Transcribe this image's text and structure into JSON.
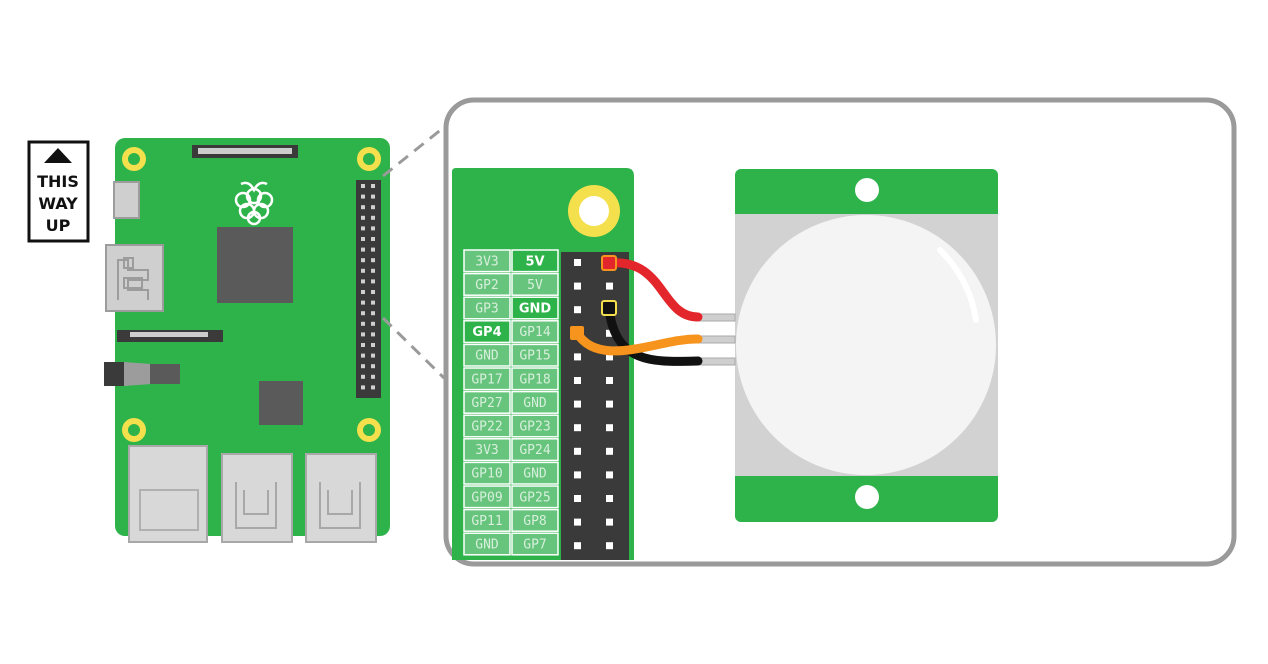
{
  "orientation_sign": {
    "lines": [
      "THIS",
      "WAY",
      "UP"
    ],
    "icon": "up-triangle-icon"
  },
  "pin_labels": {
    "left": [
      "3V3",
      "GP2",
      "GP3",
      "GP4",
      "GND",
      "GP17",
      "GP27",
      "GP22",
      "3V3",
      "GP10",
      "GP09",
      "GP11",
      "GND"
    ],
    "right": [
      "5V",
      "5V",
      "GND",
      "GP14",
      "GP15",
      "GP18",
      "GND",
      "GP23",
      "GP24",
      "GND",
      "GP25",
      "GP8",
      "GP7"
    ],
    "highlighted": [
      "5V",
      "GND",
      "GP4"
    ]
  },
  "wires": [
    {
      "name": "power-wire",
      "color": "#e3262b",
      "from": "5V"
    },
    {
      "name": "ground-wire",
      "color": "#111111",
      "from": "GND"
    },
    {
      "name": "signal-wire",
      "color": "#f7941d",
      "from": "GP4"
    }
  ],
  "colors": {
    "board_green": "#2db34a",
    "label_green": "#66c47c",
    "header_dark": "#3a3a3a",
    "chip_gray": "#5a5a5a",
    "mount_hole": "#f4e04d",
    "callout_frame": "#9a9a9a",
    "dome_white": "#f4f4f4"
  }
}
